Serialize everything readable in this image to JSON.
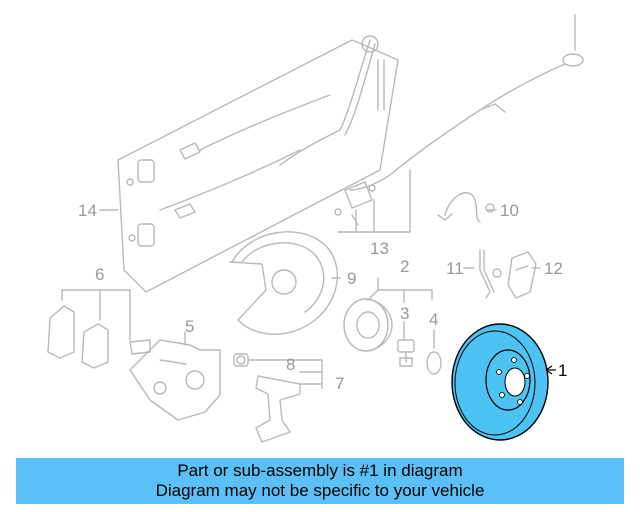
{
  "diagram": {
    "callouts": [
      {
        "label": "1",
        "active": true
      },
      {
        "label": "2"
      },
      {
        "label": "3"
      },
      {
        "label": "4"
      },
      {
        "label": "5"
      },
      {
        "label": "6"
      },
      {
        "label": "7"
      },
      {
        "label": "8"
      },
      {
        "label": "9"
      },
      {
        "label": "10"
      },
      {
        "label": "11"
      },
      {
        "label": "12"
      },
      {
        "label": "13"
      },
      {
        "label": "14"
      }
    ],
    "highlight_color": "#4cc3f2"
  },
  "banner": {
    "line1": "Part or sub-assembly is #1 in diagram",
    "line2": "Diagram may not be specific to your vehicle",
    "color": "#5bc0f5"
  }
}
